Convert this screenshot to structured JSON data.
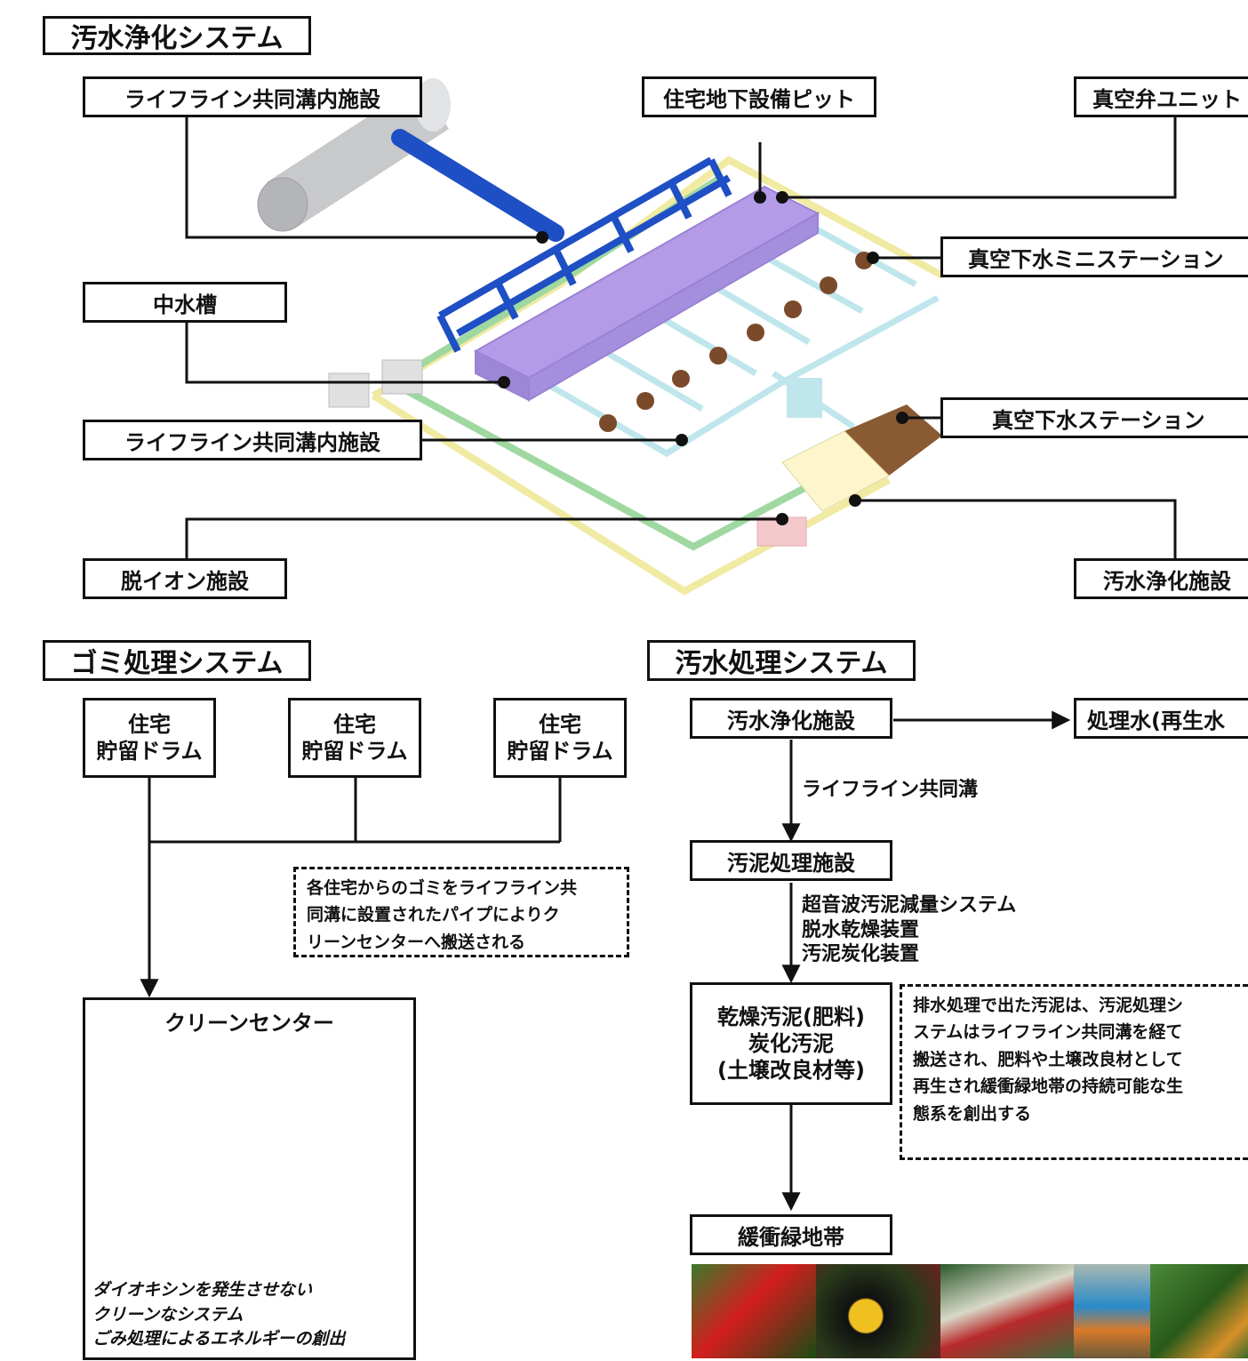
{
  "sections": {
    "purification": {
      "title": "汚水浄化システム",
      "labels": {
        "lifeline_top": "ライフライン共同溝内施設",
        "underground_pit": "住宅地下設備ピット",
        "vacuum_valve_unit": "真空弁ユニット",
        "mini_station": "真空下水ミニステーション",
        "greywater_tank": "中水槽",
        "lifeline_mid": "ライフライン共同溝内施設",
        "vacuum_station": "真空下水ステーション",
        "deion_facility": "脱イオン施設",
        "purification_facility": "汚水浄化施設"
      }
    },
    "garbage": {
      "title": "ゴミ処理システム",
      "drums": [
        "住宅\n貯留ドラム",
        "住宅\n貯留ドラム",
        "住宅\n貯留ドラム"
      ],
      "note": "各住宅からのゴミをライフライン共\n同溝に設置されたパイプによりク\nリーンセンターへ搬送される",
      "clean_center": {
        "title": "クリーンセンター",
        "caption": "ダイオキシンを発生させない\nクリーンなシステム\nごみ処理によるエネルギーの創出"
      }
    },
    "sewage": {
      "title": "汚水処理システム",
      "purification_facility": "汚水浄化施設",
      "treated_water": "処理水(再生水",
      "lifeline_label": "ライフライン共同溝",
      "sludge_facility": "汚泥処理施設",
      "sludge_methods": "超音波汚泥減量システム\n脱水乾燥装置\n汚泥炭化装置",
      "products": "乾燥汚泥(肥料)\n炭化汚泥\n(土壌改良材等)",
      "note": "排水処理で出た汚泥は、汚泥処理シ\nステムはライフライン共同溝を経て\n搬送され、肥料や土壌改良材として\n再生され緩衝緑地帯の持続可能な生\n態系を創出する",
      "buffer_green": "緩衝緑地帯"
    }
  },
  "colors": {
    "blue_pipe": "#1f4fc4",
    "purple_unit": "#b39be8",
    "light_blue_pipe": "#bfe6ec",
    "green_pipe": "#9fd8a0",
    "yellow_pipe": "#f0eaa2",
    "brown_station": "#8a5a33"
  }
}
